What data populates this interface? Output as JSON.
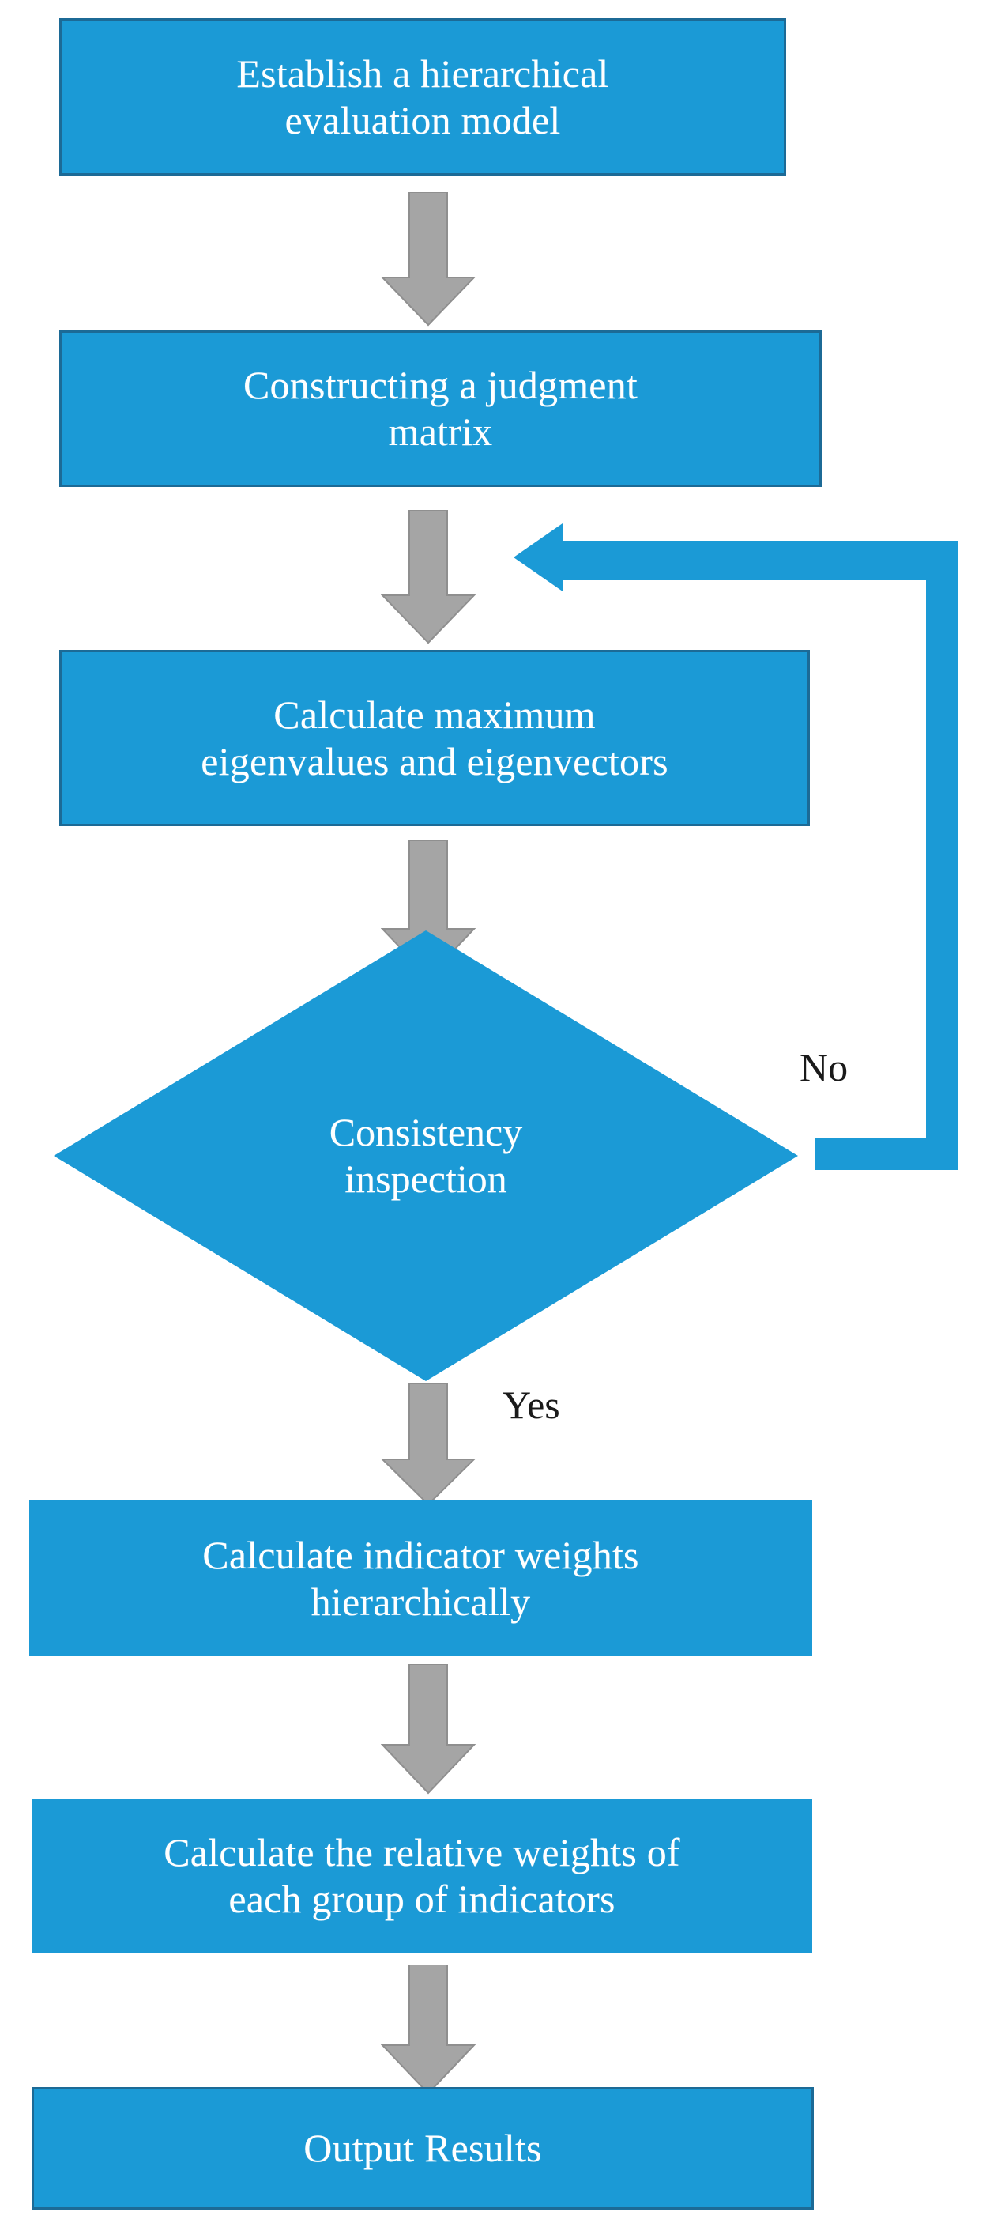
{
  "diagram": {
    "title": "AHP evaluation flowchart",
    "colors": {
      "node_fill": "#1B9AD6",
      "node_border": "#1C6A96",
      "node_text": "#FFFFFF",
      "arrow_gray": "#A5A5A5",
      "arrow_gray_border": "#8C8C8C",
      "loop_blue": "#1B9AD6",
      "label_text": "#1A1A1A",
      "background": "#FFFFFF"
    },
    "nodes": [
      {
        "id": "n1",
        "type": "process",
        "label": "Establish a hierarchical evaluation model",
        "line1": "Establish a hierarchical",
        "line2": "evaluation model"
      },
      {
        "id": "n2",
        "type": "process",
        "label": "Constructing a judgment matrix",
        "line1": "Constructing a judgment",
        "line2": "matrix"
      },
      {
        "id": "n3",
        "type": "process",
        "label": "Calculate maximum eigenvalues and eigenvectors",
        "line1": "Calculate maximum",
        "line2": "eigenvalues and eigenvectors"
      },
      {
        "id": "n4",
        "type": "decision",
        "label": "Consistency inspection",
        "line1": "Consistency",
        "line2": "inspection"
      },
      {
        "id": "n5",
        "type": "process",
        "label": "Calculate indicator weights hierarchically",
        "line1": "Calculate indicator weights",
        "line2": "hierarchically"
      },
      {
        "id": "n6",
        "type": "process",
        "label": "Calculate the relative weights of each group of indicators",
        "line1": "Calculate the relative weights of",
        "line2": "each group of indicators"
      },
      {
        "id": "n7",
        "type": "process",
        "label": "Output Results",
        "line1": "Output Results",
        "line2": ""
      }
    ],
    "edge_labels": {
      "no": "No",
      "yes": "Yes"
    },
    "arrows": [
      {
        "id": "a1",
        "from": "n1",
        "to": "n2",
        "style": "gray-down"
      },
      {
        "id": "a2",
        "from": "n2",
        "to": "n3",
        "style": "gray-down"
      },
      {
        "id": "a3",
        "from": "n3",
        "to": "n4",
        "style": "gray-down"
      },
      {
        "id": "a4",
        "from": "n4",
        "to": "n5",
        "style": "gray-down",
        "label": "Yes"
      },
      {
        "id": "a5",
        "from": "n5",
        "to": "n6",
        "style": "gray-down"
      },
      {
        "id": "a6",
        "from": "n6",
        "to": "n7",
        "style": "gray-down"
      },
      {
        "id": "a7",
        "from": "n4",
        "to": "n3",
        "style": "blue-loop",
        "label": "No"
      }
    ]
  }
}
